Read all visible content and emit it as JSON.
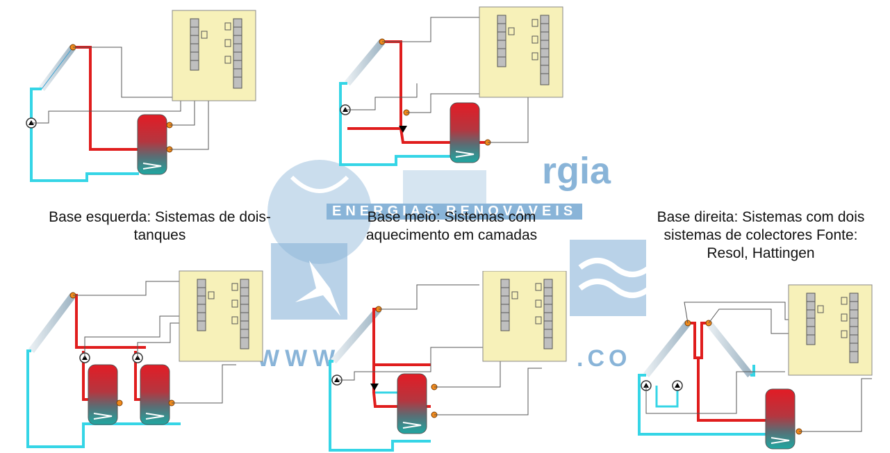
{
  "captions": {
    "left": "Base esquerda: Sistemas de dois-\ntanques",
    "middle": "Base meio: Sistemas com\naquecimento em camadas",
    "right": "Base direita: Sistemas com dois\nsistemas de colectores Fonte:\nResol, Hattingen"
  },
  "watermark": {
    "brand": "rgia",
    "tagline": "ENERGIAS RENOVAVEIS",
    "left_url": "WWW",
    "right_url": ".CO"
  },
  "colors": {
    "hot_pipe": "#e01d1d",
    "cold_pipe": "#35d5e6",
    "controller_bg": "#f7f1b9",
    "tank_top": "#e21c25",
    "tank_bottom": "#1ea8a2",
    "sensor": "#f08a1c",
    "watermark_blue": "#2a78b9"
  }
}
